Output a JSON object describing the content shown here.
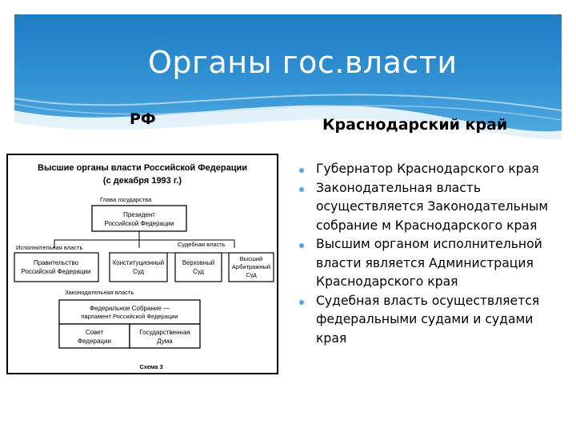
{
  "slide": {
    "title": "Органы гос.власти",
    "col_left": "РФ",
    "col_right": "Краснодарский край"
  },
  "scheme": {
    "title_line1": "Высшие органы власти Российской Федерации",
    "title_line2": "(с декабря 1993 г.)",
    "head_label": "Глава государства",
    "president_line1": "Президент",
    "president_line2": "Российской Федерации",
    "exec_label": "Исполнительная власть",
    "judicial_label": "Судебная власть",
    "government_line1": "Правительство",
    "government_line2": "Российской Федерации",
    "const_court_line1": "Конституционный",
    "const_court_line2": "Суд",
    "supreme_court_line1": "Верховный",
    "supreme_court_line2": "Суд",
    "arb_court_line1": "Высший",
    "arb_court_line2": "Арбитражный",
    "arb_court_line3": "Суд",
    "legislative_label": "Законодательная власть",
    "assembly_line1": "Федеральное Собрание —",
    "assembly_line2": "парламент Российской Федерации",
    "council_line1": "Совет",
    "council_line2": "Федерации",
    "duma_line1": "Государственная",
    "duma_line2": "Дума",
    "caption": "Схема 3"
  },
  "bullets": [
    "Губернатор Краснодарского края",
    "Законодательная власть осуществляется Законодательным собрание м Краснодарского края",
    "Высшим органом исполнительной власти является Администрация Краснодарского края",
    "Судебная власть осуществляется федеральными судами и судами края"
  ],
  "colors": {
    "banner": "#2f90d2",
    "bullet": "#4fa9e0"
  }
}
